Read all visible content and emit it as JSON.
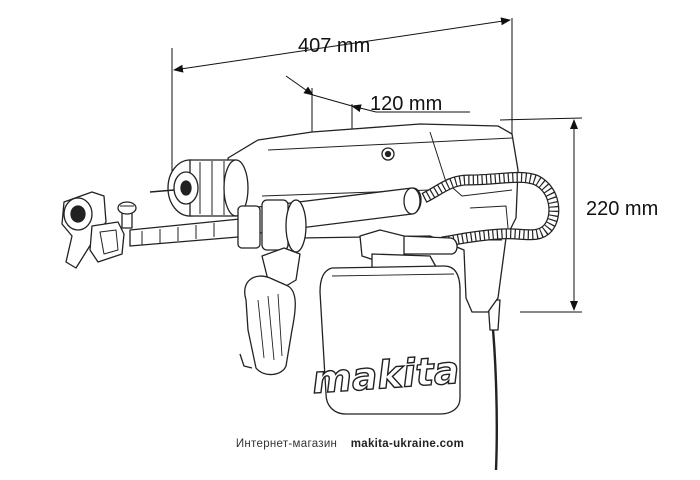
{
  "dimensions": {
    "length": "407 mm",
    "depth": "120 mm",
    "height": "220 mm"
  },
  "brand": {
    "logo_text": "makita"
  },
  "footer": {
    "label": "Интернет-магазин",
    "site": "makita-ukraine.com"
  }
}
